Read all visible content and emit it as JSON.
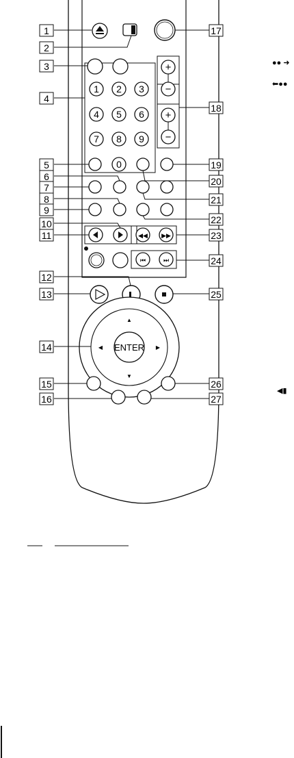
{
  "remote": {
    "enter_label": "ENTER",
    "numpad": [
      "1",
      "2",
      "3",
      "4",
      "5",
      "6",
      "7",
      "8",
      "9",
      "0"
    ],
    "plus": "+",
    "minus": "−",
    "side_symbols": {
      "dots_right_arrow": "●● ➜",
      "left_arrow_dots": "⬅●●",
      "rewind_bar": "◀▮"
    }
  },
  "callouts": [
    "1",
    "2",
    "3",
    "4",
    "5",
    "6",
    "7",
    "8",
    "9",
    "10",
    "11",
    "12",
    "13",
    "14",
    "15",
    "16",
    "17",
    "18",
    "19",
    "20",
    "21",
    "22",
    "23",
    "24",
    "25",
    "26",
    "27"
  ]
}
